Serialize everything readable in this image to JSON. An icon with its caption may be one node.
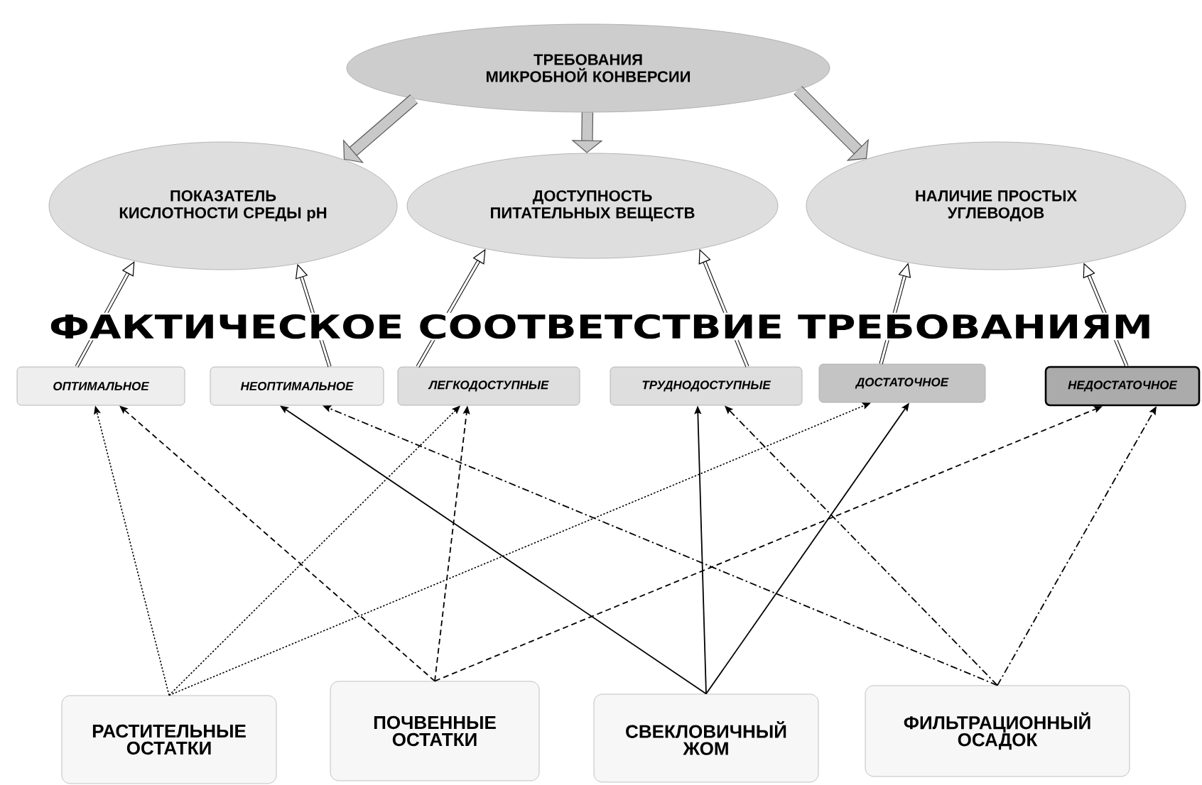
{
  "diagram": {
    "nodes": [
      {
        "text": [
          "ТРЕБОВАНИЯ МИКРОБНОЙ КОНВЕРСИИ"
        ]
      },
      {
        "text": [
          "ПОКАЗАТЕЛЬ КИСЛОТНОСТИ СРЕДЫ pH"
        ]
      },
      {
        "text": [
          "ДОСТУПНОСТЬ ПИТАТЕЛЬНЫХ ВЕЩЕСТВ"
        ]
      },
      {
        "text": [
          "НАЛИЧИЕ ПРОСТЫХ УГЛЕВОДОВ"
        ]
      },
      {
        "text": [
          "ОПТИМАЛЬНОЕ"
        ]
      },
      {
        "text": [
          "НЕОПТИМАЛЬНОЕ"
        ]
      },
      {
        "text": [
          "ЛЕГКОДОСТУПНЫЕ"
        ]
      },
      {
        "text": [
          "ТРУДНОДОСТУПНЫЕ"
        ]
      },
      {
        "text": [
          "ДОСТАТОЧНОЕ"
        ]
      },
      {
        "text": [
          "НЕДОСТАТОЧНОЕ"
        ]
      },
      {
        "text": [
          "РАСТИТЕЛЬНЫЕ ОСТАТКИ"
        ]
      },
      {
        "text": [
          "ПОЧВЕННЫЕ ОСТАТКИ"
        ]
      },
      {
        "text": [
          "СВЕКЛОВИЧНЫЙ ЖОМ"
        ]
      },
      {
        "text": [
          "ФИЛЬТРАЦИОННЫЙ ОСАДОК"
        ]
      }
    ],
    "edges": [
      {
        "from": 0,
        "to": 1,
        "arrow": "to",
        "style": "thick"
      },
      {
        "from": 0,
        "to": 2,
        "arrow": "to",
        "style": "thick"
      },
      {
        "from": 0,
        "to": 3,
        "arrow": "to",
        "style": "thick"
      },
      {
        "from": 4,
        "to": 1,
        "arrow": "to",
        "style": "thick"
      },
      {
        "from": 5,
        "to": 1,
        "arrow": "to",
        "style": "thick"
      },
      {
        "from": 6,
        "to": 2,
        "arrow": "to",
        "style": "thick"
      },
      {
        "from": 7,
        "to": 2,
        "arrow": "to",
        "style": "thick"
      },
      {
        "from": 8,
        "to": 3,
        "arrow": "to",
        "style": "thick"
      },
      {
        "from": 9,
        "to": 3,
        "arrow": "to",
        "style": "thick"
      },
      {
        "from": 10,
        "to": 4,
        "arrow": "to",
        "style": "dashed"
      },
      {
        "from": 10,
        "to": 6,
        "arrow": "to",
        "style": "dashed"
      },
      {
        "from": 10,
        "to": 8,
        "arrow": "to",
        "style": "dashed"
      },
      {
        "from": 11,
        "to": 4,
        "arrow": "to",
        "style": "dashed"
      },
      {
        "from": 11,
        "to": 6,
        "arrow": "to",
        "style": "dashed"
      },
      {
        "from": 11,
        "to": 9,
        "arrow": "to",
        "style": "dashed"
      },
      {
        "from": 12,
        "to": 5,
        "arrow": "to"
      },
      {
        "from": 12,
        "to": 7,
        "arrow": "to"
      },
      {
        "from": 12,
        "to": 8,
        "arrow": "to"
      },
      {
        "from": 13,
        "to": 5,
        "arrow": "to",
        "style": "dashed"
      },
      {
        "from": 13,
        "to": 7,
        "arrow": "to",
        "style": "dashed"
      },
      {
        "from": 13,
        "to": 9,
        "arrow": "to",
        "style": "dashed"
      }
    ],
    "labels": [
      "ФАКТИЧЕСКОЕ СООТВЕТСТВИЕ ТРЕБОВАНИЯМ"
    ]
  }
}
